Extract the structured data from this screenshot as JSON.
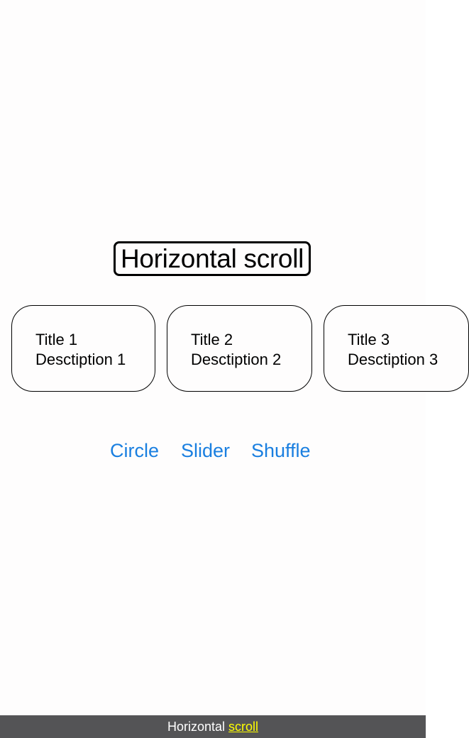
{
  "header": {
    "title": "Horizontal scroll"
  },
  "cards": [
    {
      "title": "Title 1",
      "description": "Desctiption 1"
    },
    {
      "title": "Title 2",
      "description": "Desctiption 2"
    },
    {
      "title": "Title 3",
      "description": "Desctiption 3"
    }
  ],
  "links": [
    {
      "label": "Circle"
    },
    {
      "label": "Slider"
    },
    {
      "label": "Shuffle"
    }
  ],
  "bottom_bar": {
    "text": "Horizontal",
    "link": "scroll"
  },
  "colors": {
    "link": "#1a7fe0",
    "bar_background": "#545456",
    "bar_link": "#ffff00"
  }
}
